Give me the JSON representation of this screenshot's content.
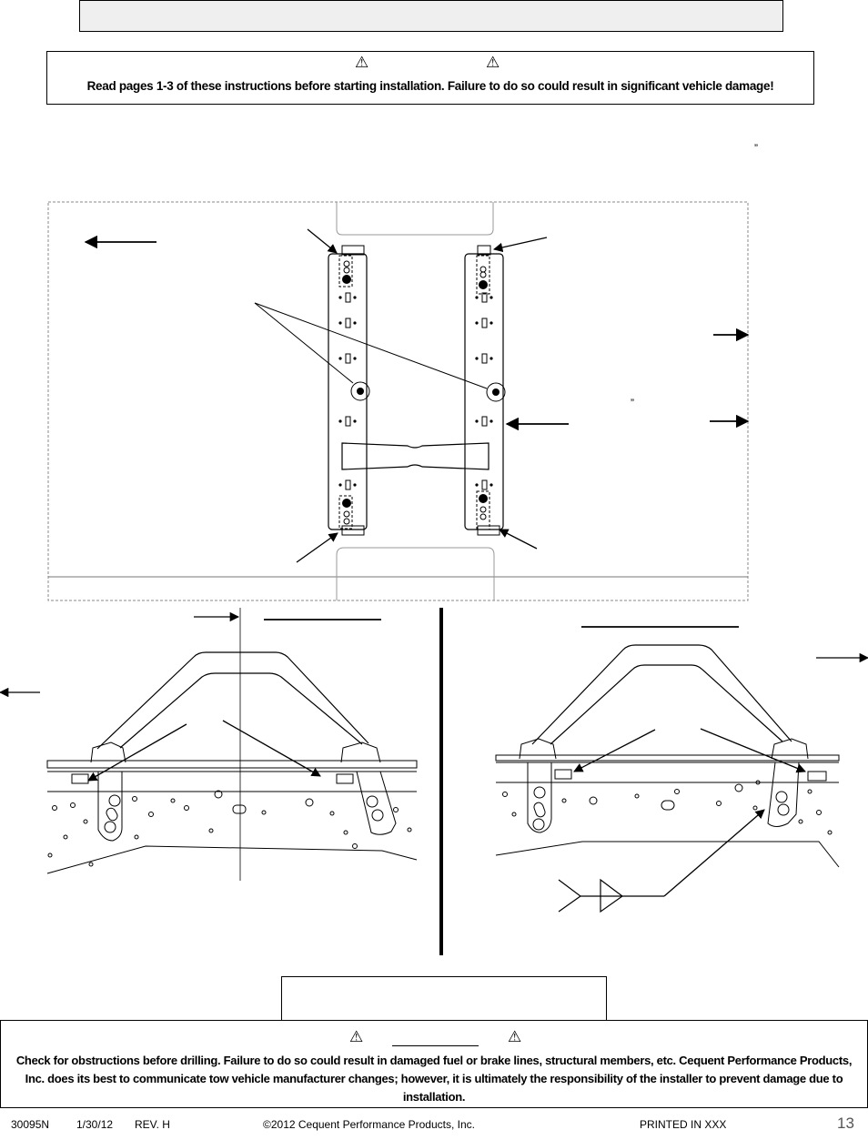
{
  "warning_top": {
    "text": "Read pages 1-3 of these instructions before starting installation. Failure to do so could result in significant vehicle damage!",
    "icon": "warning-triangle-icon"
  },
  "stray_marks": {
    "quote_upper": "”",
    "quote_diagram": "”"
  },
  "warning_bottom": {
    "text": "Check for obstructions before drilling. Failure to do so could result in damaged fuel or brake lines, structural members, etc. Cequent Performance Products, Inc. does its best to communicate tow vehicle manufacturer changes; however, it is ultimately the responsibility of the installer to prevent damage due to installation.",
    "icon": "warning-triangle-icon"
  },
  "footer": {
    "part_number": "30095N",
    "date": "1/30/12",
    "revision": "REV. H",
    "copyright": "©2012 Cequent Performance Products, Inc.",
    "printed": "PRINTED IN XXX",
    "page_number": "13"
  },
  "colors": {
    "line": "#000000",
    "title_fill": "#efefef"
  }
}
